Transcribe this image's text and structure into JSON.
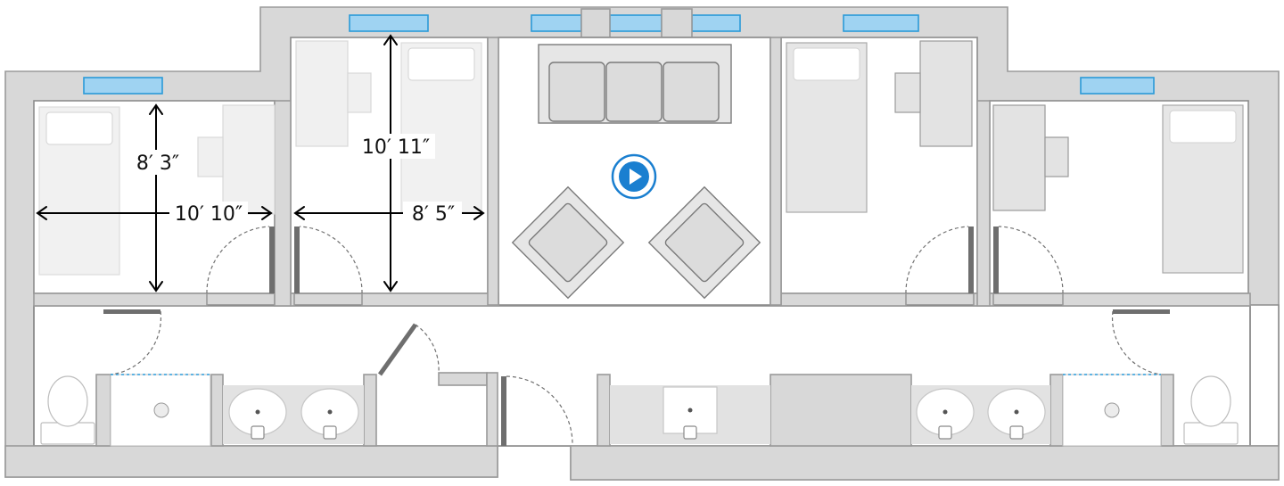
{
  "dimensions": {
    "room1_depth": "8′ 3″",
    "room1_width": "10′ 10″",
    "room2_width": "8′ 5″",
    "room2_depth": "10′ 11″"
  },
  "colors": {
    "wall": "#d8d8d8",
    "window": "#9fd3f2",
    "window_stroke": "#2a9ad8",
    "play_button": "#1a7fd0"
  },
  "icons": {
    "play": "play-icon",
    "shower_drain": "drain-icon"
  }
}
